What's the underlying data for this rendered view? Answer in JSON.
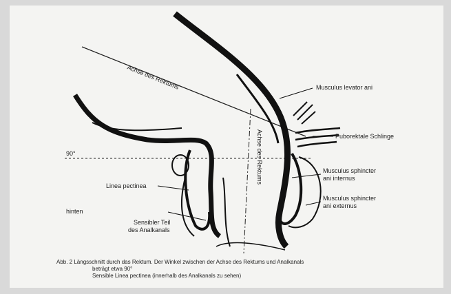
{
  "labels": {
    "axis_rectum_upper": "Achse des Rektums",
    "axis_rectum_vertical": "Achse des Rektums",
    "levator": "Musculus levator ani",
    "puborectal": "Puborektale Schlinge",
    "sphincter_internus": "Musculus sphincter\nani internus",
    "sphincter_externus": "Musculus sphincter\nani externus",
    "linea_pectinea": "Linea pectinea",
    "angle": "90°",
    "hinten": "hinten",
    "sensibler_teil": "Sensibler Teil\ndes Analkanals"
  },
  "caption": {
    "line1": "Abb. 2 Längsschnitt durch das Rektum. Der Winkel zwischen der Achse des Rektums und Analkanals",
    "line2": "beträgt etwa 90°",
    "line3": "Sensible Linea pectinea (innerhalb des Analkanals zu sehen)"
  }
}
